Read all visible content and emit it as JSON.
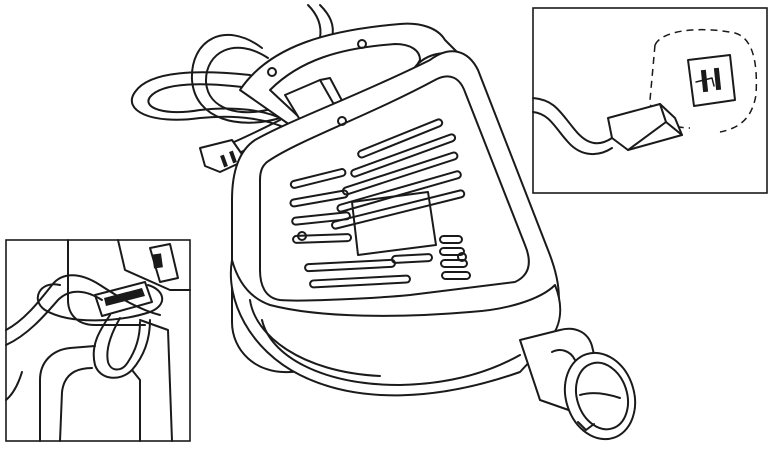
{
  "figure": {
    "subject": "handheld-blower-with-extension-cord",
    "colors": {
      "line": "#1a1a1a",
      "background": "#ffffff"
    },
    "insets": [
      {
        "id": "plug-connection",
        "content": "cord-plug-into-socket"
      },
      {
        "id": "cord-retainer-loop",
        "content": "cord-looped-through-handle-hook"
      }
    ]
  }
}
